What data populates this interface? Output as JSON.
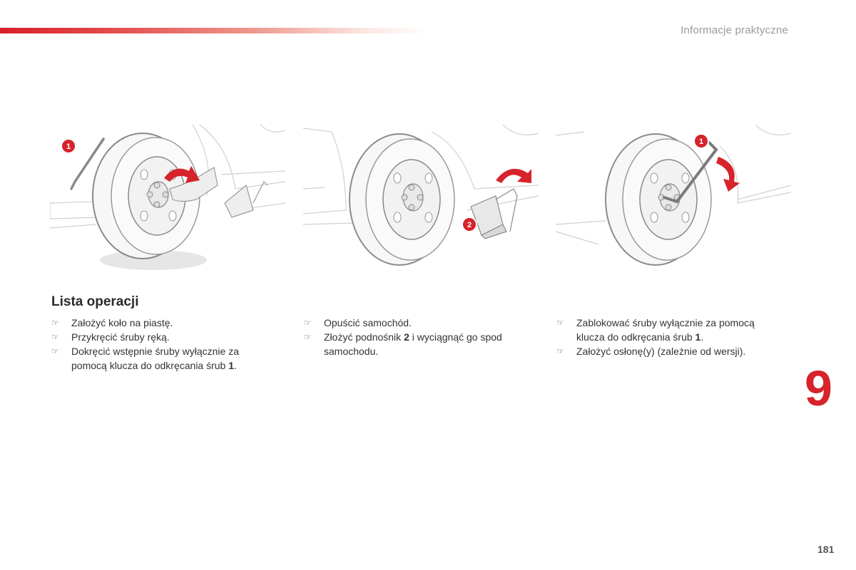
{
  "header": {
    "section_title": "Informacje praktyczne"
  },
  "figures": [
    {
      "callouts": [
        "1"
      ],
      "icons": [
        "wheel-brace",
        "spare-wheel",
        "hand",
        "rotation-arrow",
        "jack"
      ]
    },
    {
      "callouts": [
        "2"
      ],
      "icons": [
        "spare-wheel",
        "jack",
        "rotation-arrow"
      ]
    },
    {
      "callouts": [
        "1"
      ],
      "icons": [
        "spare-wheel",
        "wheel-brace",
        "rotation-arrow"
      ]
    }
  ],
  "content": {
    "heading": "Lista operacji",
    "columns": [
      {
        "items": [
          {
            "text": "Założyć koło na piastę."
          },
          {
            "text": "Przykręcić śruby ręką."
          },
          {
            "text_before": "Dokręcić wstępnie śruby wyłącznie za pomocą klucza do odkręcania śrub ",
            "bold": "1",
            "text_after": "."
          }
        ]
      },
      {
        "items": [
          {
            "text": "Opuścić samochód."
          },
          {
            "text_before": "Złożyć podnośnik ",
            "bold": "2",
            "text_after": " i wyciągnąć go spod samochodu."
          }
        ]
      },
      {
        "items": [
          {
            "text_before": "Zablokować śruby wyłącznie za pomocą klucza do odkręcania śrub ",
            "bold": "1",
            "text_after": "."
          },
          {
            "text": "Założyć osłonę(y) (zależnie od wersji)."
          }
        ]
      }
    ],
    "bullet_symbol": "☞"
  },
  "chapter_number": "9",
  "page_number": "181",
  "colors": {
    "accent": "#d6232c",
    "gray_text": "#9a9a9a"
  }
}
